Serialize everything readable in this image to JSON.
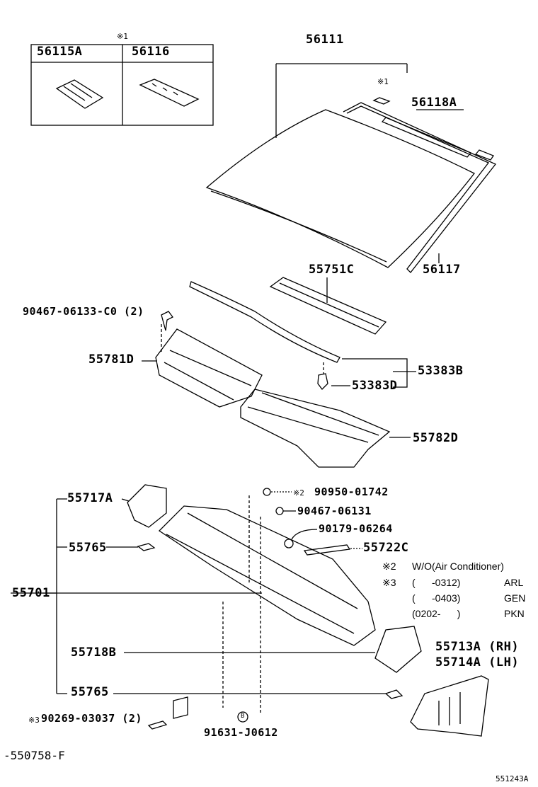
{
  "inset_box": {
    "mark": "※1",
    "headers": [
      "56115A",
      "56116"
    ]
  },
  "labels": {
    "p56111": "56111",
    "mark1": "※1",
    "p56118A": "56118A",
    "p56117": "56117",
    "p55751C": "55751C",
    "p90467_06133": "90467-06133-C0 (2)",
    "p55781D": "55781D",
    "p53383B": "53383B",
    "p53383D": "53383D",
    "p55782D": "55782D",
    "p55717A": "55717A",
    "p90950_mark": "※2",
    "p90950": "90950-01742",
    "p90467_06131": "90467-06131",
    "p90179": "90179-06264",
    "p55722C": "55722C",
    "p55765a": "55765",
    "p55701": "55701",
    "p55718B": "55718B",
    "p55713A": "55713A (RH)",
    "p55714A": "55714A (LH)",
    "p55765b": "55765",
    "p90269_mark": "※3",
    "p90269": "90269-03037 (2)",
    "p91631": "91631-J0612",
    "circleB": "B"
  },
  "notes": [
    {
      "mark": "※2",
      "range": "W/O(Air Conditioner)",
      "code": ""
    },
    {
      "mark": "※3",
      "range": "(      -0312)",
      "code": "ARL"
    },
    {
      "mark": "",
      "range": "(      -0403)",
      "code": "GEN"
    },
    {
      "mark": "",
      "range": "(0202-      )",
      "code": "PKN"
    }
  ],
  "footer": {
    "left": "-550758-F",
    "right": "551243A"
  }
}
